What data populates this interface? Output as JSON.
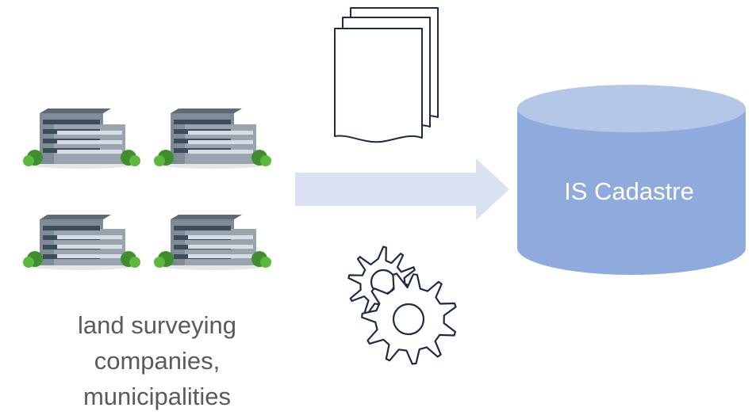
{
  "sources": {
    "caption_lines": [
      "land surveying",
      "companies,",
      "municipalities"
    ],
    "icon": "office-building-icon"
  },
  "flow": {
    "documents_icon": "documents-icon",
    "arrow_icon": "right-arrow-icon",
    "gears_icon": "gears-icon"
  },
  "target": {
    "label": "IS Cadastre",
    "icon": "database-cylinder-icon"
  },
  "colors": {
    "database_body": "#8faadc",
    "database_top": "#b4c7e7",
    "arrow": "#d9e1f2",
    "icon_stroke": "#1f2a44",
    "caption_text": "#5a5a5a"
  }
}
